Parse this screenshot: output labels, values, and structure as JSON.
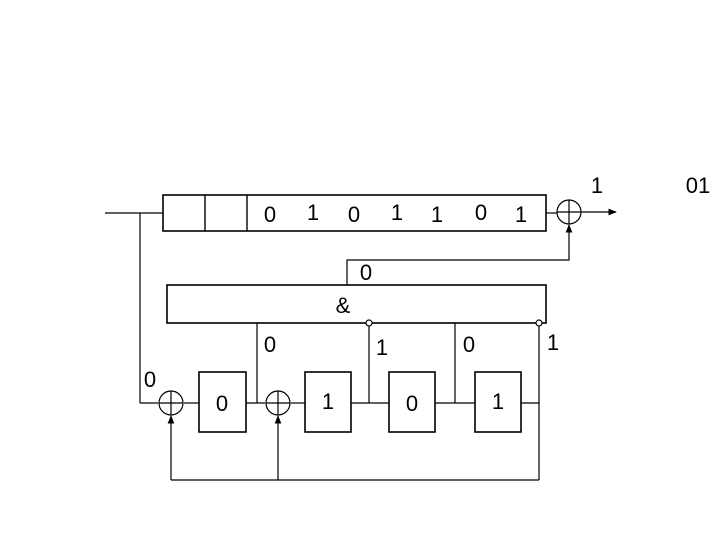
{
  "output": {
    "bit_label": "1",
    "sequence_label": "01"
  },
  "top_register": {
    "cells": [
      "",
      "",
      "0",
      "1",
      "0",
      "1",
      "1",
      "0",
      "1"
    ]
  },
  "and_gate": {
    "symbol": "&",
    "output_label": "0"
  },
  "tap_labels": [
    "0",
    "1",
    "0",
    "1"
  ],
  "input_label": "0",
  "lfsr_cells": [
    "0",
    "1",
    "0",
    "1"
  ]
}
